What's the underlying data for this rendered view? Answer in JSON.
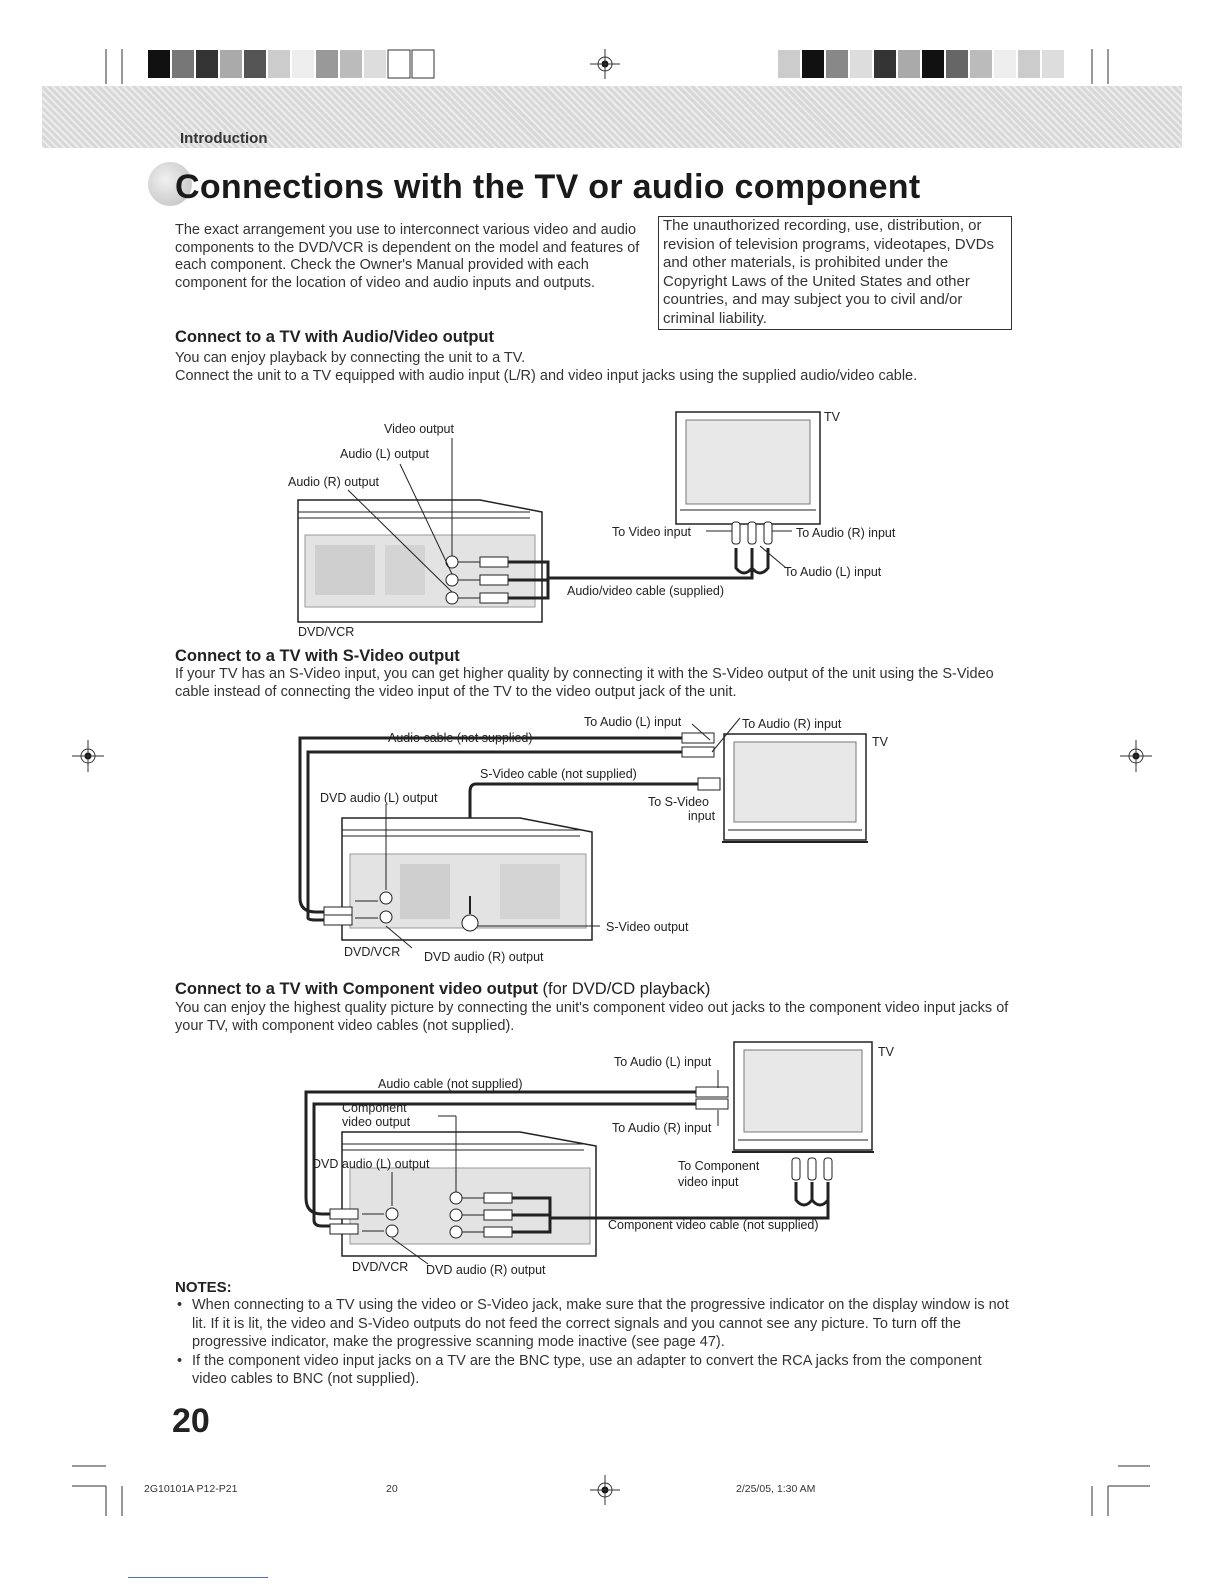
{
  "header": {
    "section": "Introduction",
    "title": "Connections with the TV or audio component"
  },
  "intro": {
    "text": "The exact arrangement you use to interconnect various video and audio components to the DVD/VCR is dependent on the model and features of each component. Check the Owner's Manual provided with each component for the location of video and audio inputs and outputs.",
    "copyright_notice": "The unauthorized recording, use, distribution, or revision of television programs, videotapes, DVDs and other materials, is prohibited under the Copyright Laws of the United States and other countries, and may subject you to civil and/or criminal liability."
  },
  "section_av": {
    "heading": "Connect to a TV with Audio/Video output",
    "line1": "You can enjoy playback by connecting the unit to a TV.",
    "line2": "Connect the unit to a TV equipped with audio input (L/R) and video input jacks using the supplied audio/video cable.",
    "labels": {
      "video_output": "Video output",
      "audio_l_output": "Audio (L) output",
      "audio_r_output": "Audio (R) output",
      "tv": "TV",
      "to_video_input": "To Video input",
      "to_audio_r_input": "To Audio (R) input",
      "to_audio_l_input": "To Audio (L) input",
      "cable": "Audio/video cable (supplied)",
      "dvdvcr": "DVD/VCR"
    }
  },
  "section_svideo": {
    "heading": "Connect to a TV with S-Video output",
    "text": "If your TV has an S-Video input, you can get higher quality by connecting it with the S-Video output of the unit using the S-Video cable instead of connecting the video input of the TV to the video output jack of the unit.",
    "labels": {
      "to_audio_l_input": "To Audio (L) input",
      "to_audio_r_input": "To Audio (R) input",
      "audio_cable": "Audio cable (not supplied)",
      "tv": "TV",
      "svideo_cable": "S-Video cable (not supplied)",
      "dvd_audio_l_output": "DVD audio (L) output",
      "to_svideo": "To S-Video",
      "input": "input",
      "svideo_output": "S-Video output",
      "dvdvcr": "DVD/VCR",
      "dvd_audio_r_output": "DVD audio (R) output"
    }
  },
  "section_component": {
    "heading": "Connect to a TV with Component video output",
    "heading_suffix": " (for DVD/CD playback)",
    "text": "You can enjoy the highest quality picture by connecting the unit's component video out jacks to the component video input jacks of your TV, with component video cables (not supplied).",
    "labels": {
      "to_audio_l_input": "To Audio (L) input",
      "tv": "TV",
      "audio_cable": "Audio cable (not supplied)",
      "component": "Component",
      "video_output": "video output",
      "to_audio_r_input": "To Audio (R) input",
      "dvd_audio_l_output": "DVD audio (L) output",
      "to_component": "To Component",
      "video_input": "video input",
      "component_cable": "Component video cable (not supplied)",
      "dvdvcr": "DVD/VCR",
      "dvd_audio_r_output": "DVD audio (R) output"
    }
  },
  "notes": {
    "title": "NOTES:",
    "items": [
      "When connecting to a TV using the video or S-Video jack, make sure that the progressive indicator on the display window is not lit. If it is lit, the video and S-Video outputs do not feed the correct signals and you cannot see any picture. To turn off the progressive indicator, make the progressive scanning mode inactive (see page 47).",
      "If the component video input jacks on a TV are the BNC type, use an adapter to convert the RCA jacks from the component video cables to BNC (not supplied)."
    ]
  },
  "page_number": "20",
  "footer": {
    "code": "2G10101A P12-P21",
    "page": "20",
    "date": "2/25/05, 1:30 AM"
  },
  "colors": {
    "ink": "#222222",
    "band": "#d8d8d8"
  }
}
